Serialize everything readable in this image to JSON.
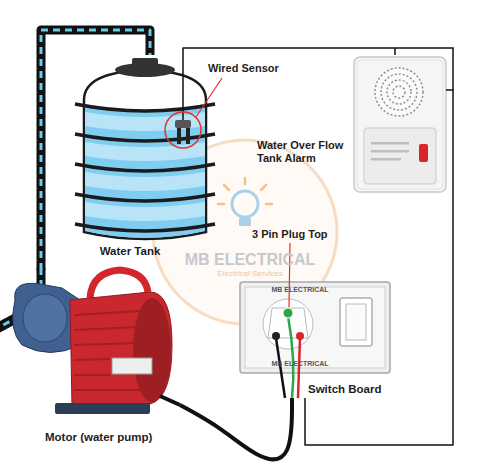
{
  "diagram": {
    "nodes": [
      {
        "text": [
          "Water Tank"
        ]
      },
      {
        "text": [
          "Water Over Flow Tank Alarm"
        ]
      },
      {
        "text": [
          "MB ELECTRICAL",
          "MB ELECTRICAL",
          "Switch Board"
        ]
      },
      {
        "text": [
          "Motor (water pump)"
        ]
      }
    ],
    "edges": [
      {
        "from": 3,
        "to": 0,
        "arrow": "none"
      },
      {
        "from": 0,
        "to": 1,
        "arrow": "none"
      },
      {
        "from": 1,
        "to": 2,
        "arrow": "none"
      },
      {
        "from": 3,
        "to": 2,
        "arrow": "none"
      }
    ],
    "labels": [
      "Wired Sensor",
      "3 Pin Plug Top",
      "MB ELECTRICAL",
      "Electrical Services"
    ]
  }
}
